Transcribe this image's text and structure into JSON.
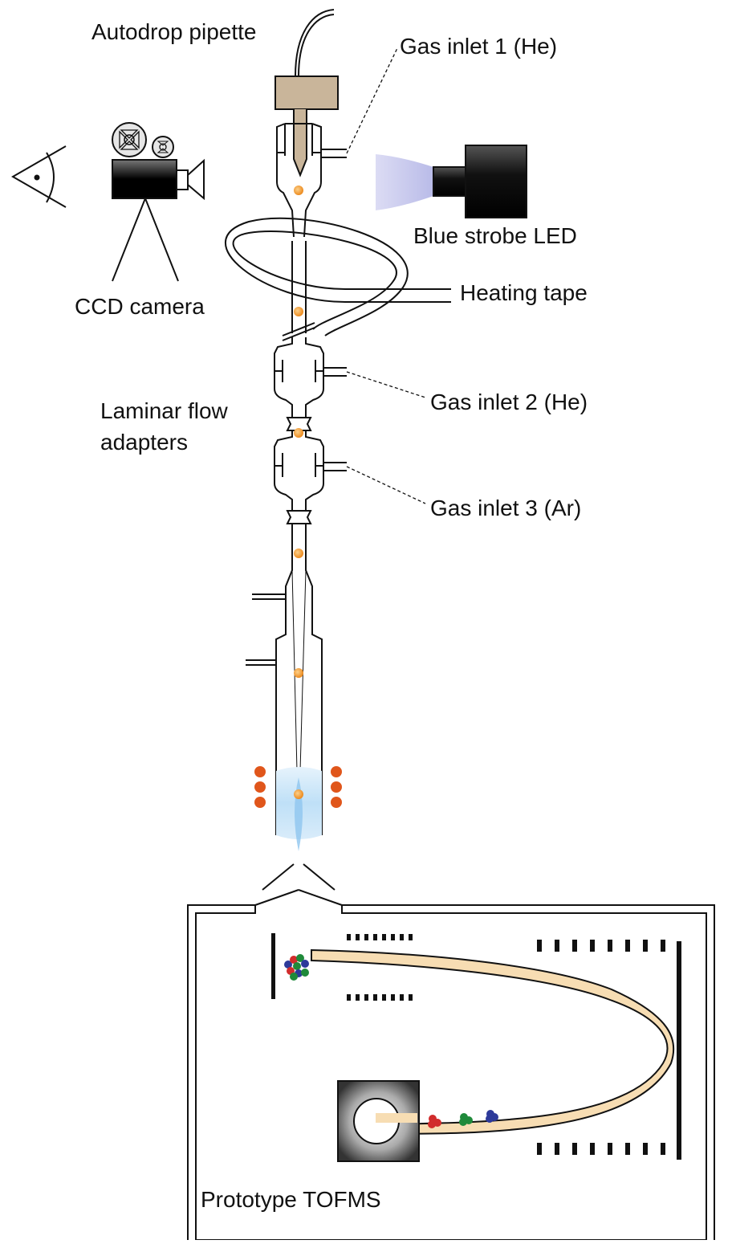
{
  "labels": {
    "autodrop_pipette": "Autodrop pipette",
    "gas_inlet_1": "Gas inlet 1 (He)",
    "blue_strobe_led": "Blue strobe LED",
    "heating_tape": "Heating tape",
    "ccd_camera": "CCD camera",
    "gas_inlet_2": "Gas inlet 2 (He)",
    "laminar_flow_line1": "Laminar flow",
    "laminar_flow_line2": "adapters",
    "gas_inlet_3": "Gas inlet 3 (Ar)",
    "tofms": "Prototype TOFMS"
  },
  "colors": {
    "line": "#111111",
    "pipette_body": "#c9b59a",
    "droplet": "#f2a23a",
    "rf_coil": "#e0561b",
    "plasma": "#bfe0f7",
    "led_glow": "#c7c8ee",
    "ion_beam": "#f7ddb3",
    "ion_red": "#d12c2c",
    "ion_green": "#1f8a3a",
    "ion_blue": "#2d3a9a"
  },
  "icons": [
    "eye-icon",
    "ccd-camera-icon",
    "led-icon",
    "detector-icon"
  ]
}
